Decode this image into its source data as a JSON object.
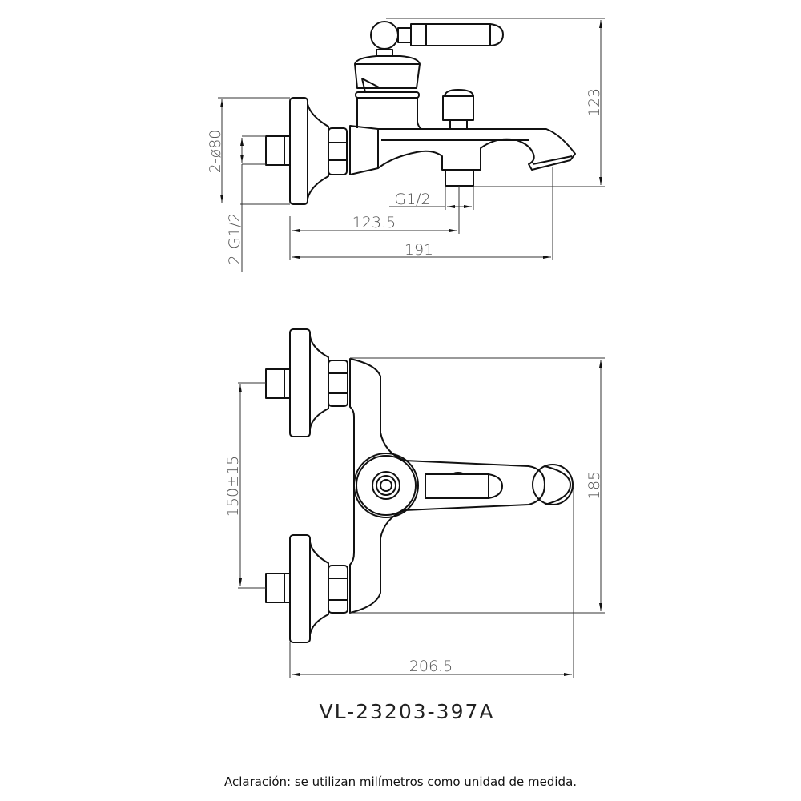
{
  "drawing": {
    "model_code": "VL-23203-397A",
    "note": "Aclaración: se utilizan milímetros como unidad de medida.",
    "side_view": {
      "dimensions": {
        "height": "123",
        "flange_diameter": "2-ø80",
        "inlet_thread": "2-G1/2",
        "outlet_thread": "G1/2",
        "outlet_distance": "123.5",
        "spout_length": "191"
      }
    },
    "top_view": {
      "dimensions": {
        "depth": "185",
        "inlet_spacing": "150±15",
        "overall_width": "206.5"
      }
    }
  }
}
